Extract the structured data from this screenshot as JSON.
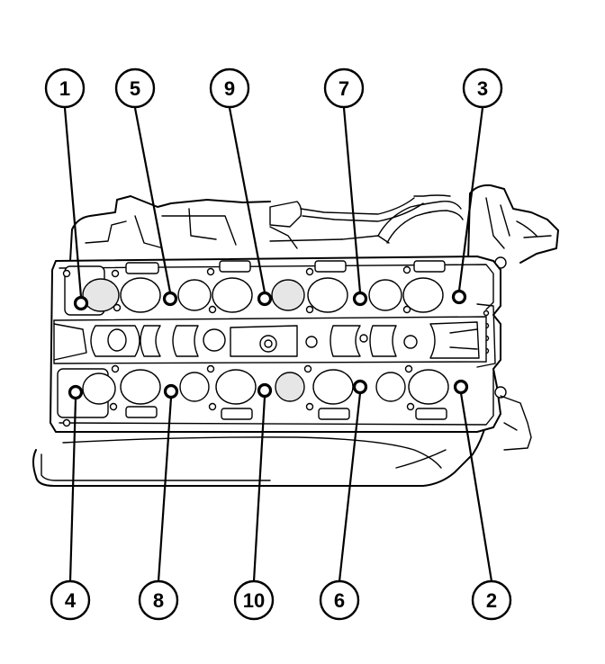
{
  "callouts": [
    {
      "id": "1",
      "label": "1"
    },
    {
      "id": "5",
      "label": "5"
    },
    {
      "id": "9",
      "label": "9"
    },
    {
      "id": "7",
      "label": "7"
    },
    {
      "id": "3",
      "label": "3"
    },
    {
      "id": "4",
      "label": "4"
    },
    {
      "id": "8",
      "label": "8"
    },
    {
      "id": "10",
      "label": "10"
    },
    {
      "id": "6",
      "label": "6"
    },
    {
      "id": "2",
      "label": "2"
    }
  ]
}
